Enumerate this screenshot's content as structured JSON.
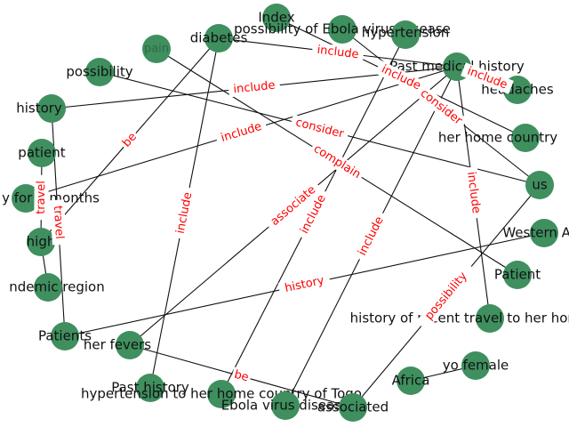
{
  "nodes": [
    {
      "id": "index",
      "label": "Index"
    },
    {
      "id": "pain",
      "label": "pain"
    },
    {
      "id": "diabetes",
      "label": "diabetes"
    },
    {
      "id": "poss_ebola",
      "label": "possibility of Ebola virus disease"
    },
    {
      "id": "hypertension",
      "label": "hypertension"
    },
    {
      "id": "possibility",
      "label": "possibility"
    },
    {
      "id": "past_med",
      "label": "Past medical history"
    },
    {
      "id": "headaches",
      "label": "headaches"
    },
    {
      "id": "history",
      "label": "history"
    },
    {
      "id": "home_country",
      "label": "her home country"
    },
    {
      "id": "patient",
      "label": "patient"
    },
    {
      "id": "us",
      "label": "us"
    },
    {
      "id": "months",
      "label": "y for 5 months"
    },
    {
      "id": "western_af",
      "label": "Western Af"
    },
    {
      "id": "high",
      "label": "high"
    },
    {
      "id": "endemic",
      "label": "ndemic region"
    },
    {
      "id": "patient2",
      "label": "Patient"
    },
    {
      "id": "recent_travel",
      "label": "history of recent travel to her home country"
    },
    {
      "id": "patients",
      "label": "Patients"
    },
    {
      "id": "fevers",
      "label": "her fevers"
    },
    {
      "id": "yo_female",
      "label": "yo  female"
    },
    {
      "id": "africa",
      "label": "Africa"
    },
    {
      "id": "past_history",
      "label": "Past history"
    },
    {
      "id": "hyp_togo",
      "label": "hypertension to her home country of Togo"
    },
    {
      "id": "ebola_vd",
      "label": "Ebola virus disease"
    },
    {
      "id": "associated",
      "label": "associated"
    }
  ],
  "edges": [
    {
      "source": "past_med",
      "target": "diabetes",
      "label": "include"
    },
    {
      "source": "past_med",
      "target": "headaches",
      "label": "include"
    },
    {
      "source": "past_med",
      "target": "history",
      "label": "include"
    },
    {
      "source": "past_med",
      "target": "months",
      "label": "include"
    },
    {
      "source": "past_med",
      "target": "ebola_vd",
      "label": "include"
    },
    {
      "source": "past_med",
      "target": "recent_travel",
      "label": "include"
    },
    {
      "source": "index",
      "target": "home_country",
      "label": "include"
    },
    {
      "source": "poss_ebola",
      "target": "us",
      "label": "consider"
    },
    {
      "source": "possibility",
      "target": "us",
      "label": "consider"
    },
    {
      "source": "pain",
      "target": "patient2",
      "label": "complain"
    },
    {
      "source": "diabetes",
      "target": "high",
      "label": "be"
    },
    {
      "source": "diabetes",
      "target": "past_history",
      "label": "include"
    },
    {
      "source": "hypertension",
      "target": "hyp_togo",
      "label": "include"
    },
    {
      "source": "past_med",
      "target": "fevers",
      "label": "associate"
    },
    {
      "source": "western_af",
      "target": "patients",
      "label": "history"
    },
    {
      "source": "us",
      "target": "associated",
      "label": "possibility"
    },
    {
      "source": "fevers",
      "target": "associated",
      "label": "be"
    },
    {
      "source": "history",
      "target": "patients",
      "label": "travel"
    },
    {
      "source": "patient",
      "target": "high",
      "label": "travel"
    },
    {
      "source": "high",
      "target": "endemic",
      "label": ""
    },
    {
      "source": "africa",
      "target": "yo_female",
      "label": ""
    }
  ]
}
